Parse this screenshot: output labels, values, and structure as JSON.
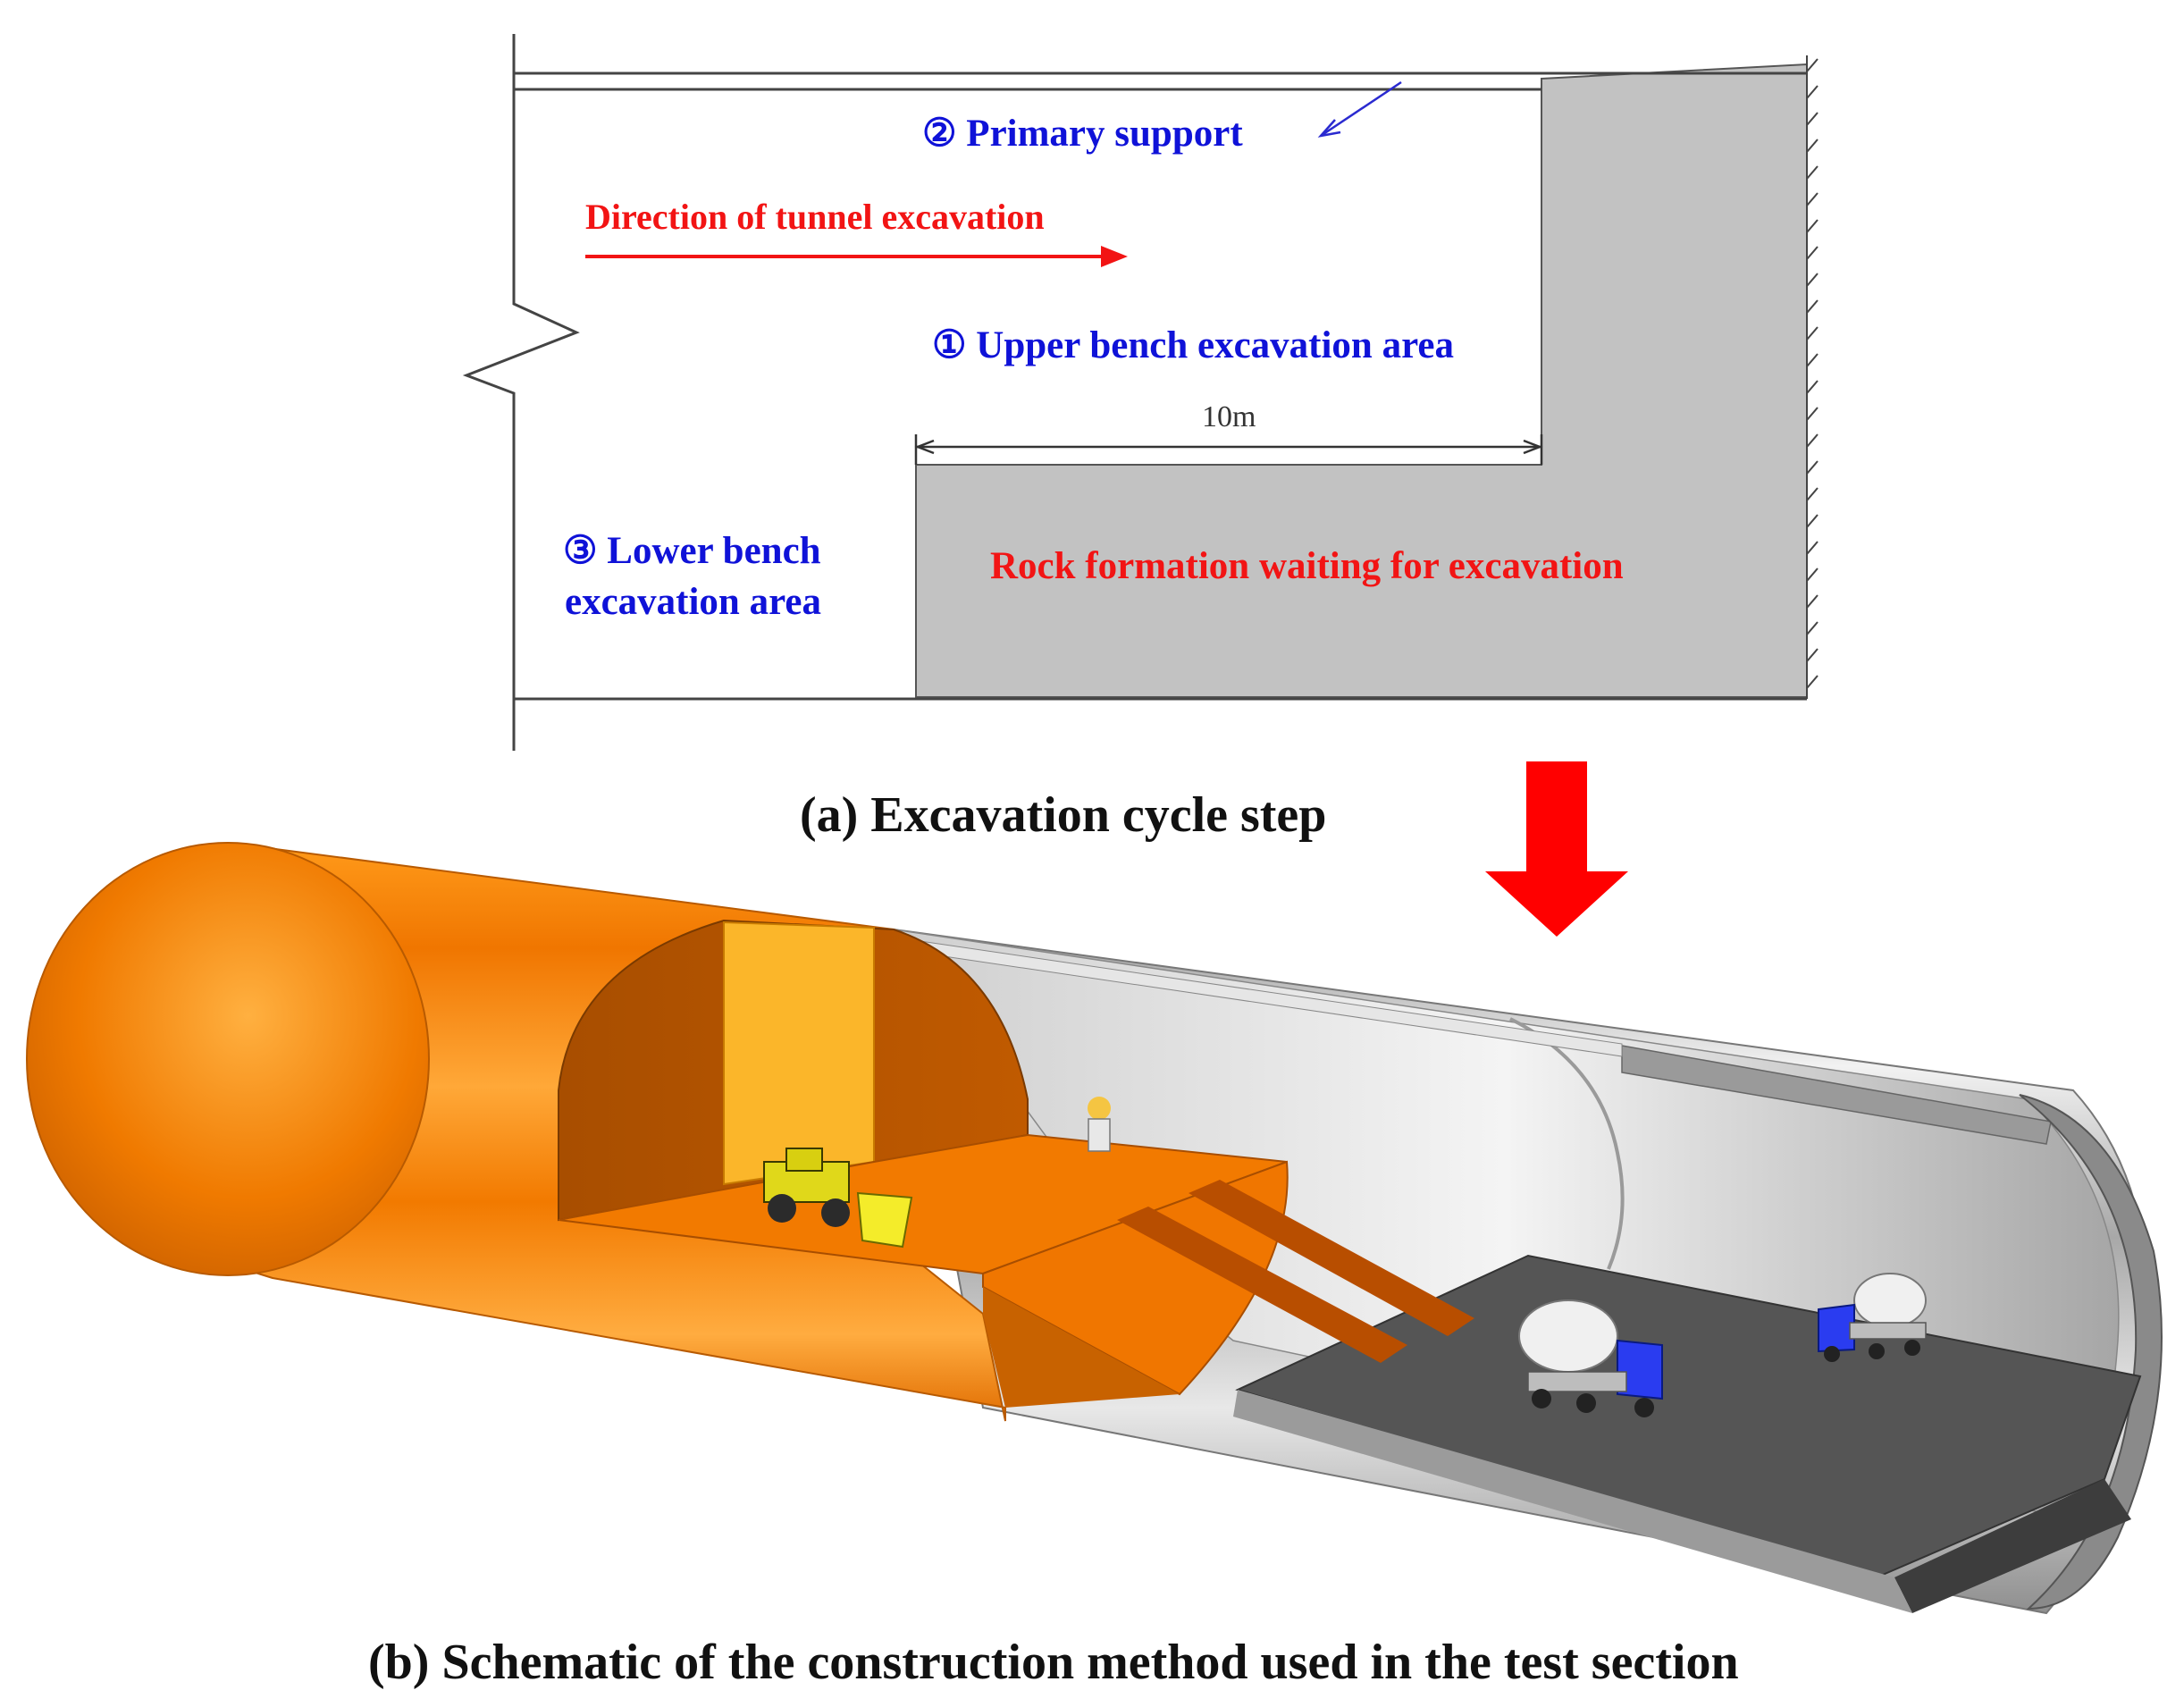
{
  "panel_a": {
    "labels": {
      "primary_support": "② Primary support",
      "direction": "Direction of tunnel excavation",
      "upper_bench": "① Upper bench excavation area",
      "dimension": "10m",
      "lower_bench_line1": "③ Lower bench",
      "lower_bench_line2": "excavation area",
      "rock": "Rock formation waiting for excavation"
    },
    "caption": "(a) Excavation cycle step"
  },
  "panel_b": {
    "caption": "(b) Schematic of the construction method used in the test section"
  },
  "colors": {
    "label_blue": "#0f12d8",
    "label_red": "#f21414",
    "rock_gray": "#c2c2c2",
    "arrow_red": "#ff0000",
    "tunnel_orange": "#f07a00",
    "lining_gray": "#b5b5b5",
    "floor_dark": "#5a5a5a"
  }
}
